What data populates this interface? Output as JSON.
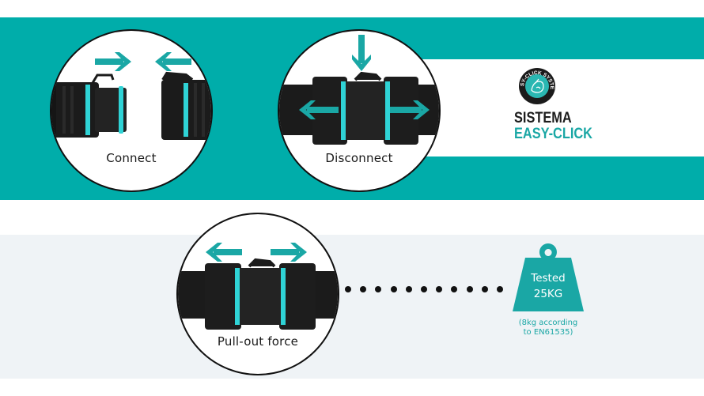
{
  "colors": {
    "teal": "#00ADAA",
    "teal_dark": "#1AA7A5",
    "accent_cyan": "#2FD3D6",
    "connector_black": "#1b1b1b",
    "light_gray_band": "#EFF3F6"
  },
  "steps": [
    {
      "label": "Connect",
      "arrows": [
        "arrow-right",
        "arrow-left"
      ]
    },
    {
      "label": "Disconnect",
      "arrows": [
        "arrow-down",
        "arrow-left",
        "arrow-right"
      ]
    },
    {
      "label": "Pull-out force",
      "arrows": [
        "arrow-left",
        "arrow-right"
      ]
    }
  ],
  "logo": {
    "badge_text": "EASY-CLICK SYSTEM",
    "badge_icon": "hand-click-icon",
    "title": "SISTEMA",
    "subtitle": "EASY-CLICK"
  },
  "test": {
    "weight_icon": "weight-icon",
    "line1": "Tested",
    "line2": "25KG",
    "note_line1": "(8kg according",
    "note_line2": "to EN61535)",
    "dot_count": 11
  }
}
